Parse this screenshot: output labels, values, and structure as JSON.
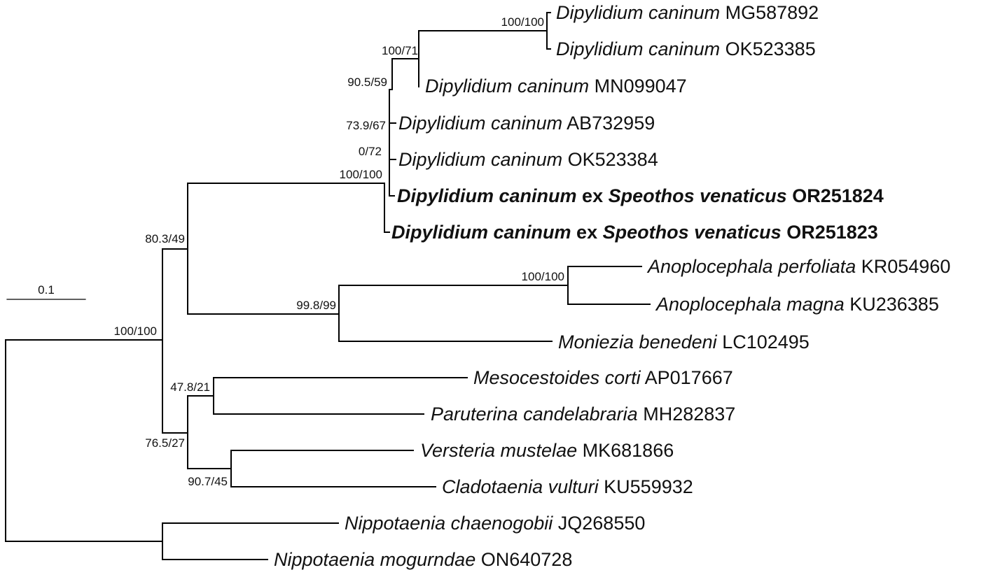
{
  "scale_bar": {
    "label": "0.1"
  },
  "taxa": [
    {
      "id": "mg587892",
      "genus_species": "Dipylidium caninum",
      "accession": "MG587892",
      "highlight": false
    },
    {
      "id": "ok523385",
      "genus_species": "Dipylidium caninum",
      "accession": "OK523385",
      "highlight": false
    },
    {
      "id": "mn099047",
      "genus_species": "Dipylidium caninum",
      "accession": "MN099047",
      "highlight": false
    },
    {
      "id": "ab732959",
      "genus_species": "Dipylidium caninum",
      "accession": "AB732959",
      "highlight": false
    },
    {
      "id": "ok523384",
      "genus_species": "Dipylidium caninum",
      "accession": "OK523384",
      "highlight": false
    },
    {
      "id": "or251824",
      "genus_species": "Dipylidium caninum",
      "connector": "ex",
      "host": "Speothos venaticus",
      "accession": "OR251824",
      "highlight": true
    },
    {
      "id": "or251823",
      "genus_species": "Dipylidium caninum",
      "connector": "ex",
      "host": "Speothos venaticus",
      "accession": "OR251823",
      "highlight": true
    },
    {
      "id": "kr054960",
      "genus_species": "Anoplocephala perfoliata",
      "accession": "KR054960",
      "highlight": false
    },
    {
      "id": "ku236385",
      "genus_species": "Anoplocephala magna",
      "accession": "KU236385",
      "highlight": false
    },
    {
      "id": "lc102495",
      "genus_species": "Moniezia benedeni",
      "accession": "LC102495",
      "highlight": false
    },
    {
      "id": "ap017667",
      "genus_species": "Mesocestoides corti",
      "accession": "AP017667",
      "highlight": false
    },
    {
      "id": "mh282837",
      "genus_species": "Paruterina candelabraria",
      "accession": "MH282837",
      "highlight": false
    },
    {
      "id": "mk681866",
      "genus_species": "Versteria mustelae",
      "accession": "MK681866",
      "highlight": false
    },
    {
      "id": "ku559932",
      "genus_species": "Cladotaenia vulturi",
      "accession": "KU559932",
      "highlight": false
    },
    {
      "id": "jq268550",
      "genus_species": "Nippotaenia chaenogobii",
      "accession": "JQ268550",
      "highlight": false
    },
    {
      "id": "on640728",
      "genus_species": "Nippotaenia mogurndae",
      "accession": "ON640728",
      "highlight": false
    }
  ],
  "support_values": [
    {
      "id": "mg-ok523385",
      "text": "100/100"
    },
    {
      "id": "dipylidium-upper",
      "text": "100/71"
    },
    {
      "id": "mn099047-node",
      "text": "90.5/59"
    },
    {
      "id": "ab732959-node",
      "text": "73.9/67"
    },
    {
      "id": "ok523384-node",
      "text": "0/72"
    },
    {
      "id": "dipylidium-clade",
      "text": "100/100"
    },
    {
      "id": "dipylidium-anoplocephalidae",
      "text": "80.3/49"
    },
    {
      "id": "anoplocephala",
      "text": "100/100"
    },
    {
      "id": "anoplocephalidae",
      "text": "99.8/99"
    },
    {
      "id": "ingroup",
      "text": "100/100"
    },
    {
      "id": "mesocestoides-paruterina",
      "text": "47.8/21"
    },
    {
      "id": "taeniid-group",
      "text": "76.5/27"
    },
    {
      "id": "versteria-cladotaenia",
      "text": "90.7/45"
    }
  ]
}
